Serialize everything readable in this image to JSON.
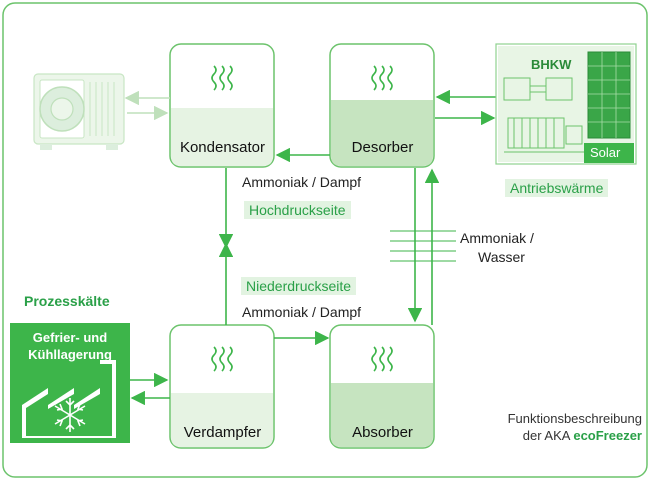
{
  "diagram": {
    "nodes": {
      "kondensator": "Kondensator",
      "desorber": "Desorber",
      "verdampfer": "Verdampfer",
      "absorber": "Absorber"
    },
    "labels": {
      "ammoniak_dampf_top": "Ammoniak / Dampf",
      "hochdruckseite": "Hochdruckseite",
      "niederdruckseite": "Niederdruckseite",
      "ammoniak_dampf_bottom": "Ammoniak / Dampf",
      "ammoniak_wasser_line1": "Ammoniak /",
      "ammoniak_wasser_line2": "Wasser",
      "antriebswaerme": "Antriebswärme",
      "prozesskaelte": "Prozesskälte",
      "factory_line1": "Gefrier- und",
      "factory_line2": "Kühllagerung",
      "bhkw": "BHKW",
      "solar": "Solar",
      "desc_line1": "Funktionsbeschreibung",
      "desc_line2_prefix": "der AKA ",
      "desc_brand": "ecoFreezer"
    },
    "colors": {
      "accent": "#3db54a",
      "box_light": "#e6f3e3",
      "box_dark": "#c6e4c0",
      "border": "#6cc36c"
    }
  }
}
